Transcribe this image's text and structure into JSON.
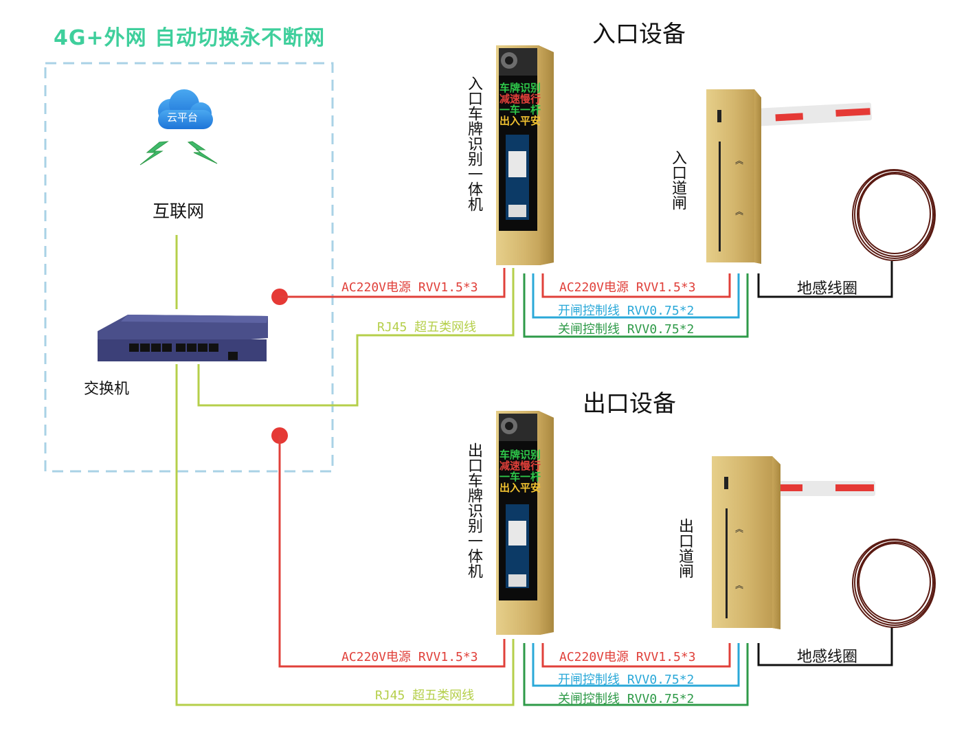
{
  "header": {
    "slogan": "4G+外网 自动切换永不断网"
  },
  "cloud": {
    "label": "云平台"
  },
  "internet": {
    "label": "互联网"
  },
  "switch": {
    "label": "交换机"
  },
  "entrance": {
    "title": "入口设备",
    "camera_label": "入口车牌识别一体机",
    "barrier_label": "入口道闸",
    "loop_label": "地感线圈",
    "wires": {
      "camera_power": "AC220V电源 RVV1.5*3",
      "rj45": "RJ45 超五类网线",
      "barrier_power": "AC220V电源 RVV1.5*3",
      "open_ctrl": "开闸控制线 RVV0.75*2",
      "close_ctrl": "关闸控制线 RVV0.75*2"
    }
  },
  "exit": {
    "title": "出口设备",
    "camera_label": "出口车牌识别一体机",
    "barrier_label": "出口道闸",
    "loop_label": "地感线圈",
    "wires": {
      "camera_power": "AC220V电源 RVV1.5*3",
      "rj45": "RJ45 超五类网线",
      "barrier_power": "AC220V电源 RVV1.5*3",
      "open_ctrl": "开闸控制线 RVV0.75*2",
      "close_ctrl": "关闸控制线 RVV0.75*2"
    }
  },
  "led_display": {
    "line1": "车牌识别",
    "line2": "减速慢行",
    "line3": "一车一杆",
    "line4": "出入平安"
  },
  "colors": {
    "power_wire": "#e0403a",
    "rj45_wire": "#b5cf4a",
    "open_wire": "#2aa8d8",
    "close_wire": "#2e9a48",
    "loop_wire": "#111111",
    "slogan": "#3fcf9c",
    "dashed_box": "#a9d2e6",
    "gold": "#c9a657"
  }
}
